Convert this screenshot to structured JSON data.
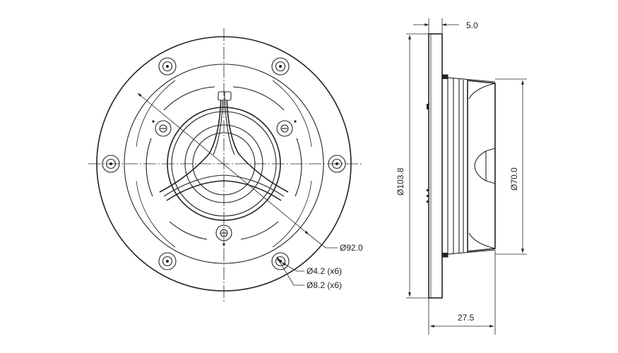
{
  "dimensions": {
    "flange_thickness": "5.0",
    "flange_diameter": "Ø103.8",
    "body_diameter": "Ø70.0",
    "depth": "27.5",
    "bolt_circle": "Ø92.0",
    "hole_small": "Ø4.2 (x6)",
    "hole_large": "Ø8.2 (x6)"
  },
  "colors": {
    "line": "#222222",
    "background": "#ffffff"
  }
}
